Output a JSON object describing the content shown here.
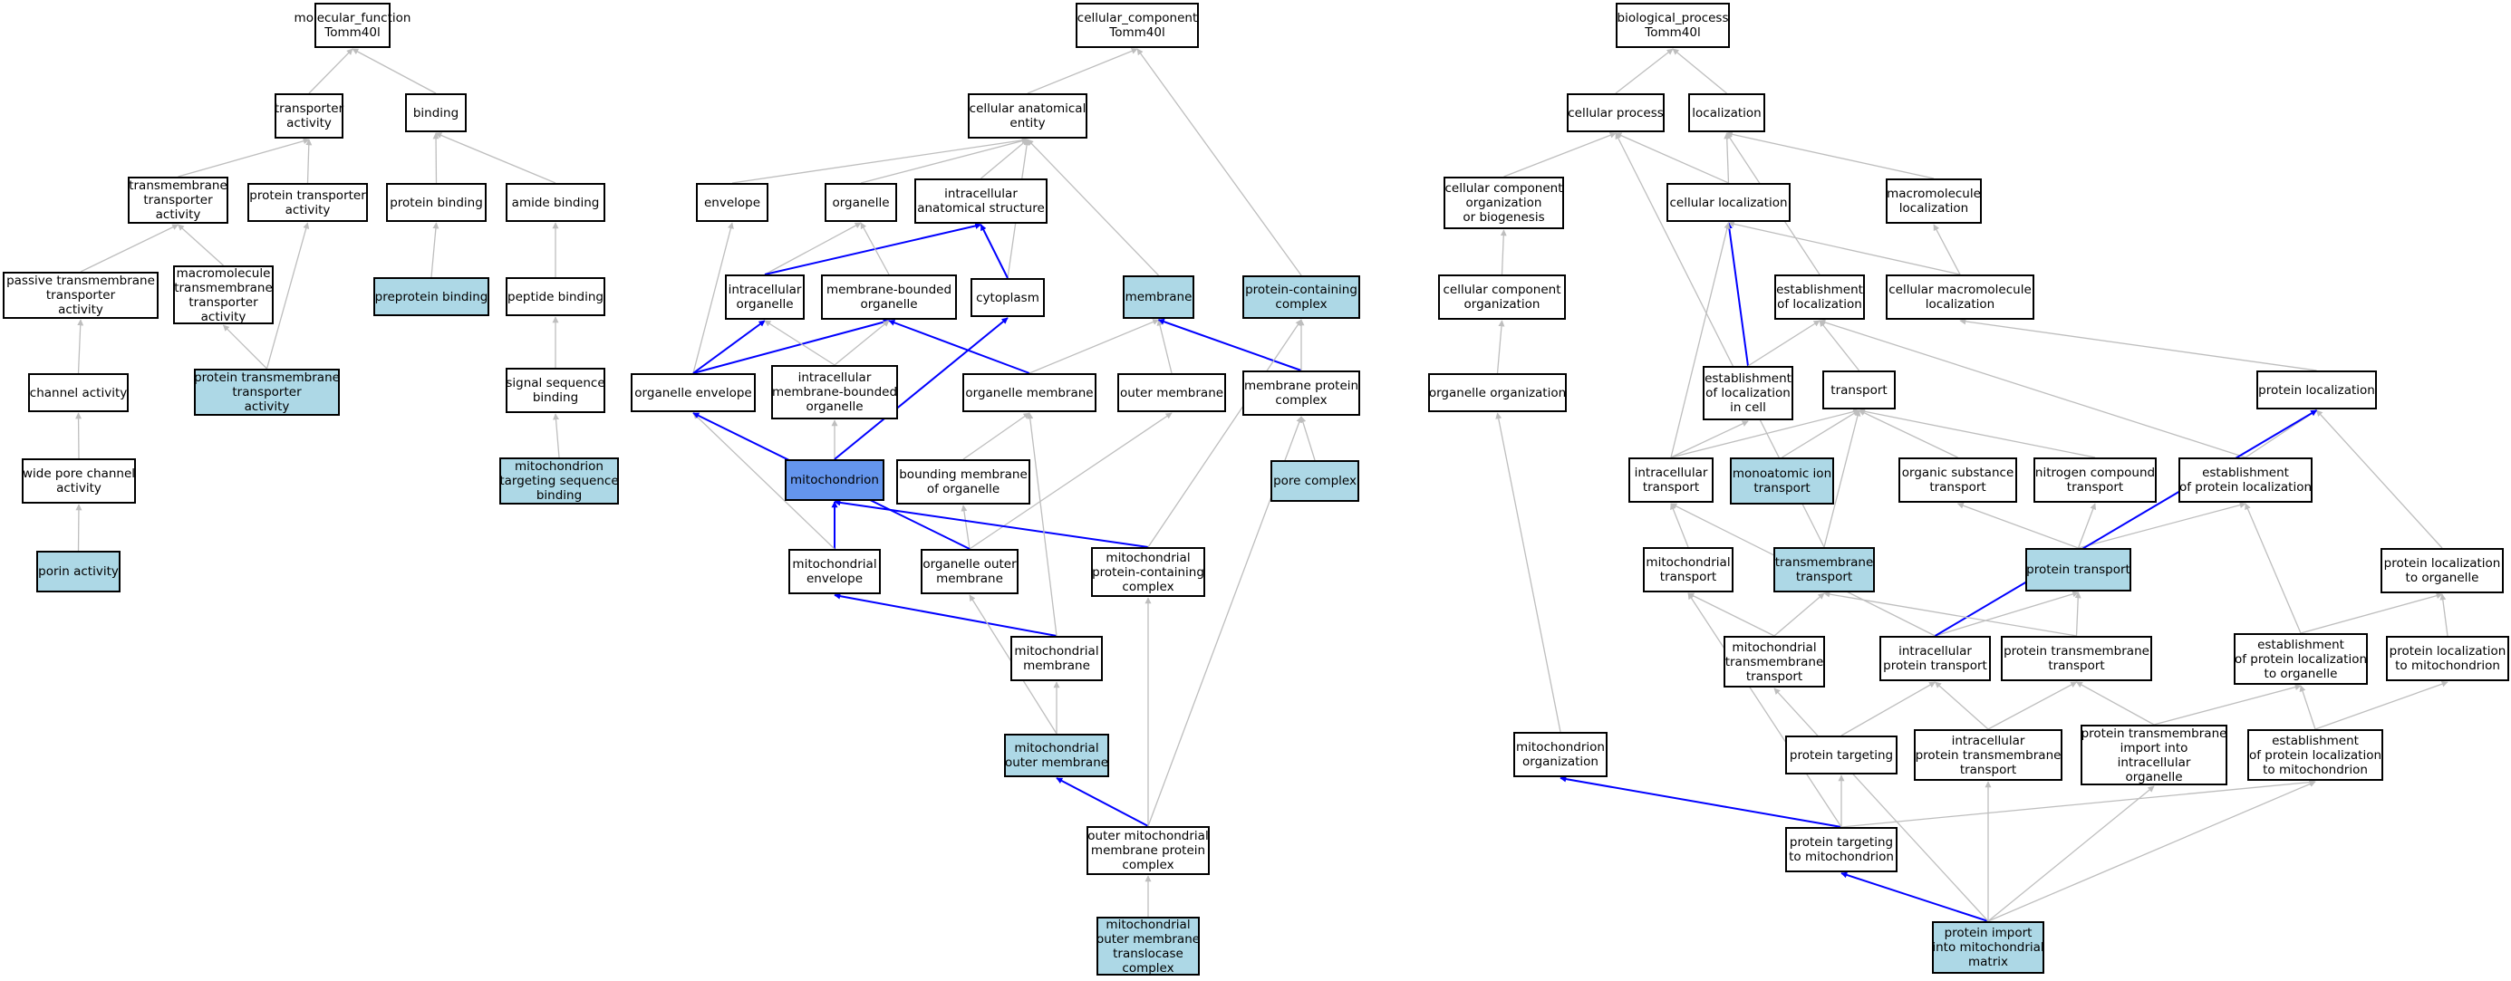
{
  "colors": {
    "direct": "#0000ff",
    "indirect": "#bebebe",
    "highlight": "#add8e6",
    "focus": "#6495ed"
  },
  "nodes": {
    "mf_root": "molecular_function\nTomm40l",
    "transporter_activity": "transporter\nactivity",
    "binding": "binding",
    "tm_transporter_activity": "transmembrane\ntransporter\nactivity",
    "protein_transporter_activity": "protein transporter\nactivity",
    "protein_binding": "protein binding",
    "amide_binding": "amide binding",
    "passive_tm_transporter": "passive transmembrane\ntransporter\nactivity",
    "macromol_tm_transporter": "macromolecule\ntransmembrane\ntransporter\nactivity",
    "preprotein_binding": "preprotein binding",
    "peptide_binding": "peptide binding",
    "channel_activity": "channel activity",
    "protein_tm_transporter": "protein transmembrane\ntransporter\nactivity",
    "signal_sequence_binding": "signal sequence\nbinding",
    "wide_pore_channel": "wide pore channel\nactivity",
    "mito_targeting_seq_binding": "mitochondrion\ntargeting sequence\nbinding",
    "porin_activity": "porin activity",
    "cc_root": "cellular_component\nTomm40l",
    "cellular_anatomical_entity": "cellular anatomical\nentity",
    "envelope": "envelope",
    "organelle": "organelle",
    "intracellular_anat_structure": "intracellular\nanatomical structure",
    "intracellular_organelle": "intracellular\norganelle",
    "membrane_bounded_organelle": "membrane-bounded\norganelle",
    "cytoplasm": "cytoplasm",
    "membrane": "membrane",
    "protein_containing_complex": "protein-containing\ncomplex",
    "organelle_envelope": "organelle envelope",
    "intracellular_mb_organelle": "intracellular\nmembrane-bounded\norganelle",
    "organelle_membrane": "organelle membrane",
    "outer_membrane": "outer membrane",
    "membrane_protein_complex": "membrane protein\ncomplex",
    "mitochondrion": "mitochondrion",
    "bounding_membrane_organelle": "bounding membrane\nof organelle",
    "pore_complex": "pore complex",
    "mito_envelope": "mitochondrial\nenvelope",
    "organelle_outer_membrane": "organelle outer\nmembrane",
    "mito_protein_containing_complex": "mitochondrial\nprotein-containing\ncomplex",
    "mito_membrane": "mitochondrial\nmembrane",
    "mito_outer_membrane": "mitochondrial\nouter membrane",
    "outer_mito_mp_complex": "outer mitochondrial\nmembrane protein\ncomplex",
    "mito_omt_complex": "mitochondrial\nouter membrane\ntranslocase\ncomplex",
    "bp_root": "biological_process\nTomm40l",
    "cellular_process": "cellular process",
    "localization": "localization",
    "cc_org_biogenesis": "cellular component\norganization\nor biogenesis",
    "cellular_localization": "cellular localization",
    "macromolecule_localization": "macromolecule\nlocalization",
    "cc_organization": "cellular component\norganization",
    "establishment_localization": "establishment\nof localization",
    "cell_macromol_localization": "cellular macromolecule\nlocalization",
    "organelle_organization": "organelle organization",
    "est_localization_in_cell": "establishment\nof localization\nin cell",
    "transport": "transport",
    "protein_localization": "protein localization",
    "intracellular_transport": "intracellular\ntransport",
    "monoatomic_ion_transport": "monoatomic ion\ntransport",
    "organic_substance_transport": "organic substance\ntransport",
    "nitrogen_compound_transport": "nitrogen compound\ntransport",
    "est_protein_localization": "establishment\nof protein localization",
    "mito_transport": "mitochondrial\ntransport",
    "transmembrane_transport": "transmembrane\ntransport",
    "protein_transport": "protein transport",
    "protein_loc_organelle": "protein localization\nto organelle",
    "mito_tm_transport": "mitochondrial\ntransmembrane\ntransport",
    "intracellular_protein_transport": "intracellular\nprotein transport",
    "protein_tm_transport": "protein transmembrane\ntransport",
    "est_protein_loc_organelle": "establishment\nof protein localization\nto organelle",
    "protein_loc_mitochondrion": "protein localization\nto mitochondrion",
    "mito_organization": "mitochondrion\norganization",
    "protein_targeting": "protein targeting",
    "intracellular_protein_tm_transport": "intracellular\nprotein transmembrane\ntransport",
    "protein_tm_import_organelle": "protein transmembrane\nimport into\nintracellular\norganelle",
    "est_protein_loc_mitochondrion": "establishment\nof protein localization\nto mitochondrion",
    "protein_targeting_mitochondrion": "protein targeting\nto mitochondrion",
    "protein_import_matrix": "protein import\ninto mitochondrial\nmatrix"
  }
}
